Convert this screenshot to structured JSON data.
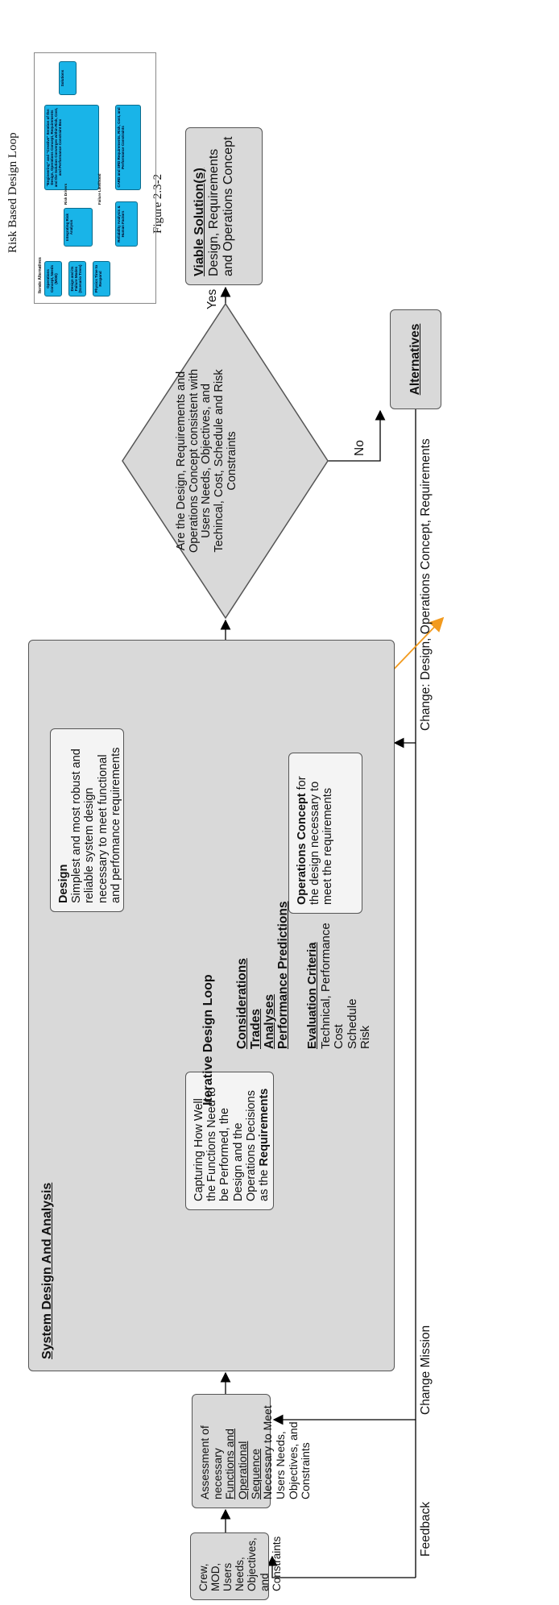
{
  "boxes": {
    "crew": "Crew, MOD, Users Needs, Objectives, and Constraints",
    "assessment_pre": "Assessment of necessary",
    "assessment_u": "Functions and Operational Sequence",
    "assessment_post": "Necessary to Meet Users Needs, Objectives, and Constraints",
    "sda_title": "System Design And Analysis",
    "capture_text": "Capturing How Well the Functions Need to be Performed, the Design and the Operations Decisions as the",
    "capture_bold": "Requirements",
    "loop_title": "Iterative Design Loop",
    "considerations": "Considerations",
    "trades": "Trades",
    "analyses": "Analyses",
    "predictions": "Performance Predictions",
    "eval_title": "Evaluation Criteria",
    "eval_items": [
      "Technical, Performance",
      "Cost",
      "Schedule",
      "Risk"
    ],
    "design_title": "Design",
    "design_text": "Simplest and most robust and reliable system design necessary to meet functional and perfomance requirements",
    "ops_bold": "Operations Concept",
    "ops_text": " for the design necessary to meet the requirements",
    "decision": "Are the Design, Requirements and Operations Concept consistent with Users Needs, Objectives, and Techincal, Cost, Schedule and Risk Constraints",
    "viable_title": "Viable Solution(s)",
    "viable_text": "Design, Requirements and Operations Concept",
    "alternatives": "Alternatives"
  },
  "labels": {
    "yes": "Yes",
    "no": "No",
    "feedback": "Feedback",
    "change_mission": "Change Mission",
    "change_design": "Change: Design, Operations Concept, Requirements"
  },
  "inset": {
    "title": "Risk Based Design Loop",
    "caption": "Figure 2.3-2",
    "iterate": "Iterate Alternatives",
    "boxes": [
      "Operations Concept, Needs (MOD)",
      "Design and its Failure Modes (Scenario Trees)",
      "Physics Time to Respond",
      "Integrating Risk Analysis",
      "Reliability Analysis & Human Factors",
      "\"Engineering\" and \"Creative\" Iteration of the: Design, Operations Concept, Requirements and the Solution Converges within Risk, Cost, and Performance Constraint Box",
      "CARD and SRD Requirements, Risk, Cost, and Performance Constraints",
      "Solutions"
    ],
    "risk_drivers": "Risk Drivers",
    "failure_likelihood": "Failure Likelihood"
  },
  "colors": {
    "box": "#d9d9d9",
    "white_box": "#f4f4f4",
    "orange": "#f29a1e",
    "inset_blue": "#19b4e8"
  }
}
